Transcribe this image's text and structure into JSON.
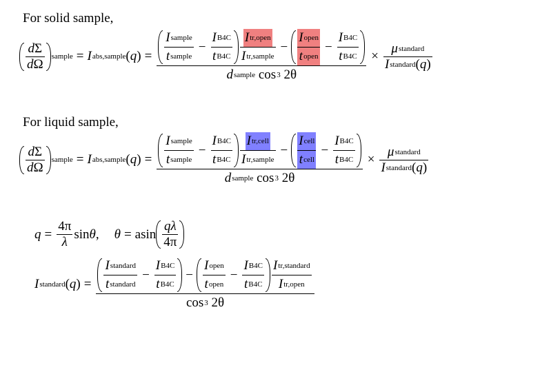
{
  "headings": {
    "solid": "For solid sample,",
    "liquid": "For liquid sample,"
  },
  "symbols": {
    "d": "d",
    "Sigma": "Σ",
    "Omega": "Ω",
    "sample_sub": "sample",
    "I": "I",
    "t": "t",
    "q": "q",
    "abs_sample": "abs,sample",
    "B4C": "B4C",
    "tr_open": "tr,open",
    "tr_sample": "tr,sample",
    "tr_cell": "tr,cell",
    "tr_standard": "tr,standard",
    "open": "open",
    "cell": "cell",
    "standard": "standard",
    "mu": "μ",
    "cos": "cos",
    "cube": "3",
    "two_theta": "2θ",
    "minus": "−",
    "equals": "=",
    "times": "×",
    "lparen": "(",
    "rparen": ")",
    "sin": "sin",
    "theta": "θ",
    "comma_sep": ",",
    "asin": "asin",
    "four_pi": "4π",
    "lambda": "λ",
    "q_lambda": "qλ"
  },
  "highlight_colors": {
    "solid": "#f08080",
    "liquid": "#8080ff"
  }
}
